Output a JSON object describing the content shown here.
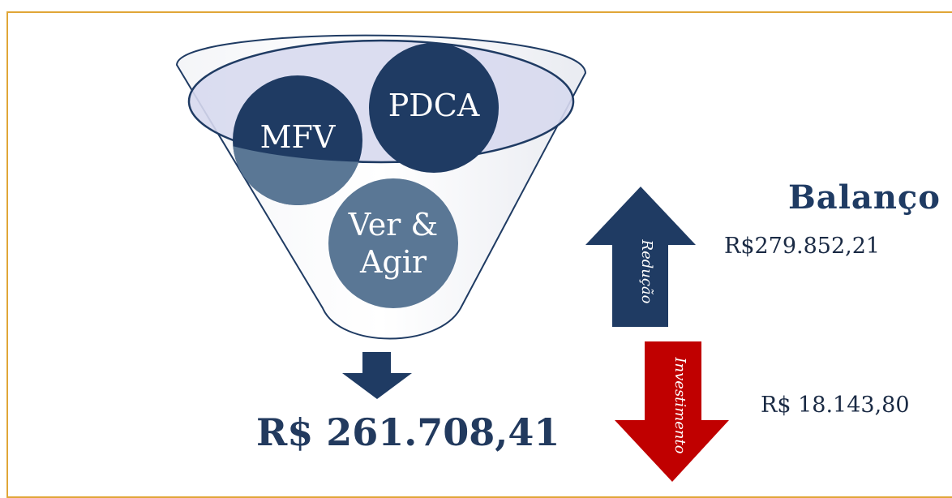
{
  "funnel": {
    "circles": [
      {
        "label": "MFV"
      },
      {
        "label": "PDCA"
      },
      {
        "label_line1": "Ver &",
        "label_line2": "Agir"
      }
    ],
    "total": "R$ 261.708,41"
  },
  "balance": {
    "title": "Balanço",
    "up_arrow_label": "Redução",
    "up_value": "R$279.852,21",
    "down_arrow_label": "Investimento",
    "down_value": "R$ 18.143,80"
  },
  "colors": {
    "frame": "#e0a637",
    "navy": "#1f3b63",
    "steel": "#5a7795",
    "red": "#c00000"
  }
}
